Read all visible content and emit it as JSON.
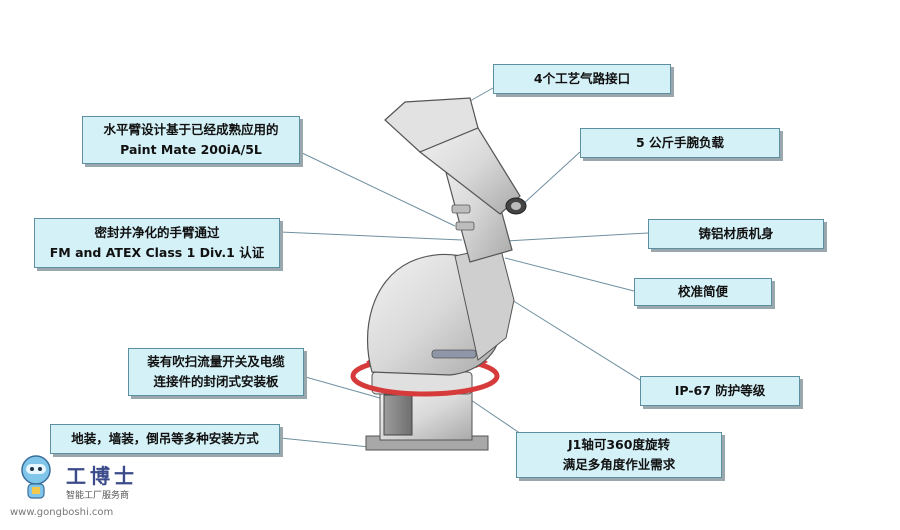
{
  "callouts": [
    {
      "id": "air-ports",
      "lines": [
        "4个工艺气路接口"
      ]
    },
    {
      "id": "horizontal-arm",
      "lines": [
        "水平臂设计基于已经成熟应用的",
        "Paint Mate 200iA/5L"
      ]
    },
    {
      "id": "wrist-payload",
      "lines": [
        "5 公斤手腕负载"
      ]
    },
    {
      "id": "sealed-arm",
      "lines": [
        "密封并净化的手臂通过",
        "FM and ATEX Class 1 Div.1 认证"
      ]
    },
    {
      "id": "cast-aluminum",
      "lines": [
        "铸铝材质机身"
      ]
    },
    {
      "id": "calibration",
      "lines": [
        "校准简便"
      ]
    },
    {
      "id": "purge-panel",
      "lines": [
        "装有吹扫流量开关及电缆",
        "连接件的封闭式安装板"
      ]
    },
    {
      "id": "ip67",
      "lines": [
        "IP-67 防护等级"
      ]
    },
    {
      "id": "mounting",
      "lines": [
        "地装，墙装，倒吊等多种安装方式"
      ]
    },
    {
      "id": "j1-rotation",
      "lines": [
        "J1轴可360度旋转",
        "满足多角度作业需求"
      ]
    }
  ],
  "logo": {
    "name": "工博士",
    "subtitle": "智能工厂服务商",
    "url": "www.gongboshi.com"
  },
  "colors": {
    "callout_fill": "#d4f1f7",
    "callout_border": "#5e8fa0",
    "rotation_arrow": "#d63a3a",
    "robot_body": "#d8d8d8"
  }
}
